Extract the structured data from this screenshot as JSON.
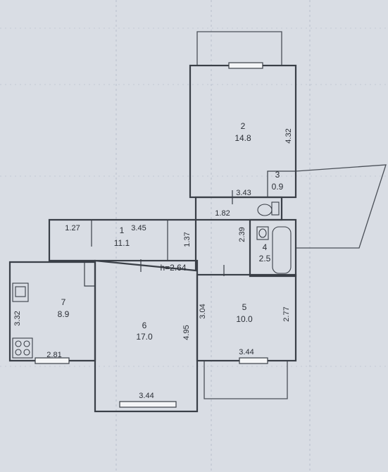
{
  "rooms": [
    {
      "number": "1",
      "area": "11.1"
    },
    {
      "number": "2",
      "area": "14.8"
    },
    {
      "number": "3",
      "area": "0.9"
    },
    {
      "number": "4",
      "area": "2.5"
    },
    {
      "number": "5",
      "area": "10.0"
    },
    {
      "number": "6",
      "area": "17.0"
    },
    {
      "number": "7",
      "area": "8.9"
    }
  ],
  "dimensions": {
    "corridor_left": "1.27",
    "corridor_right": "3.45",
    "corridor_height": "1.37",
    "room2_side": "4.32",
    "room3_width": "3.43",
    "toilet_width": "1.82",
    "bath_height": "2.39",
    "ceiling_height": "h=2.64",
    "kitchen_height": "3.32",
    "kitchen_width": "2.81",
    "room6_height": "4.95",
    "room6_width": "3.44",
    "room5_left": "3.04",
    "room5_right": "2.77",
    "room5_width": "3.44"
  },
  "colors": {
    "paper": "#d9dde4",
    "lines": "#3a3f47"
  }
}
